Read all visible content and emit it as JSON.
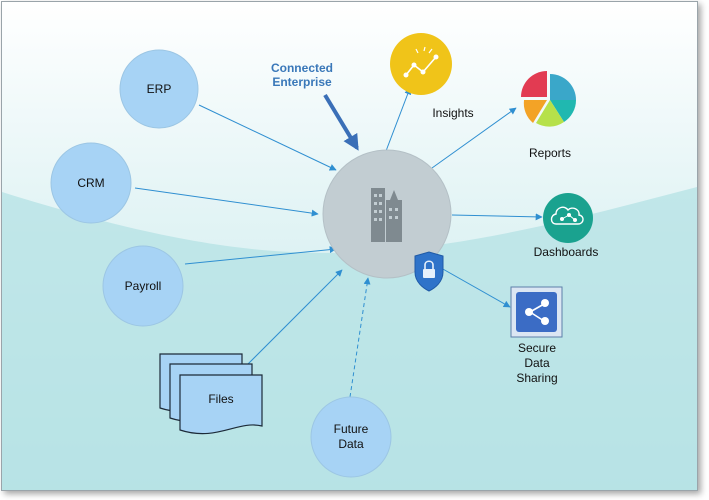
{
  "title": {
    "line1": "Connected",
    "line2": "Enterprise"
  },
  "sources": {
    "erp": "ERP",
    "crm": "CRM",
    "payroll": "Payroll",
    "files": "Files",
    "future_line1": "Future",
    "future_line2": "Data"
  },
  "outputs": {
    "insights": "Insights",
    "reports": "Reports",
    "dashboards": "Dashboards",
    "secure_line1": "Secure",
    "secure_line2": "Data",
    "secure_line3": "Sharing"
  },
  "colors": {
    "source_node": "#a7d3f5",
    "hub": "#c2cdd2",
    "arrow": "#2f8fd1",
    "title": "#3a78b9",
    "insights": "#f0c419",
    "dashboards": "#1aa28f",
    "secure": "#3b6cc5"
  },
  "icons": {
    "hub": "building-icon",
    "lock": "shield-lock-icon",
    "insights": "line-chart-icon",
    "reports": "pie-chart-icon",
    "dashboards": "cloud-network-icon",
    "secure": "share-icon"
  }
}
